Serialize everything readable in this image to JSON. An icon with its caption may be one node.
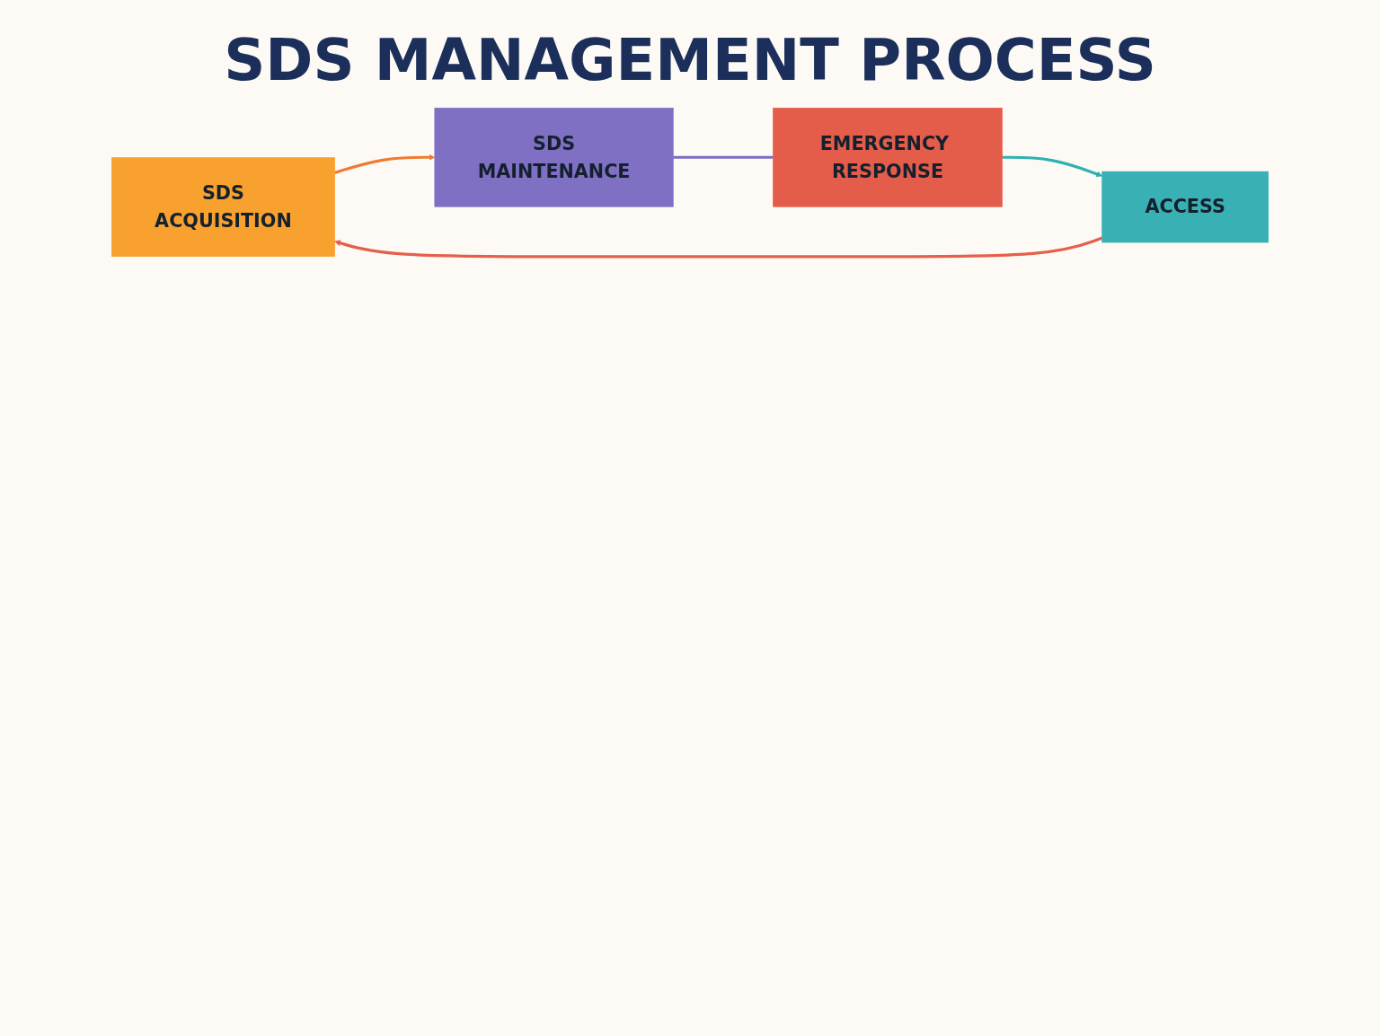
{
  "diagram": {
    "title": "SDS MANAGEMENT PROCESS",
    "nodes": [
      {
        "text": [
          "SDS",
          "ACQUISITION"
        ]
      },
      {
        "text": [
          "SDS",
          "MAINTENANCE"
        ]
      },
      {
        "text": [
          "ACCESS"
        ]
      },
      {
        "text": [
          "EMERGENCY RESPONSE"
        ]
      }
    ],
    "edges": [
      {
        "from": 0,
        "to": 1,
        "arrow": "to",
        "color": "#f07a30"
      },
      {
        "from": 1,
        "to": 3,
        "arrow": "none",
        "color": "#7a6cc8"
      },
      {
        "from": 3,
        "to": 2,
        "arrow": "to",
        "color": "#30b0b0"
      },
      {
        "from": 2,
        "to": 0,
        "arrow": "to",
        "color": "#e5604a"
      }
    ]
  }
}
